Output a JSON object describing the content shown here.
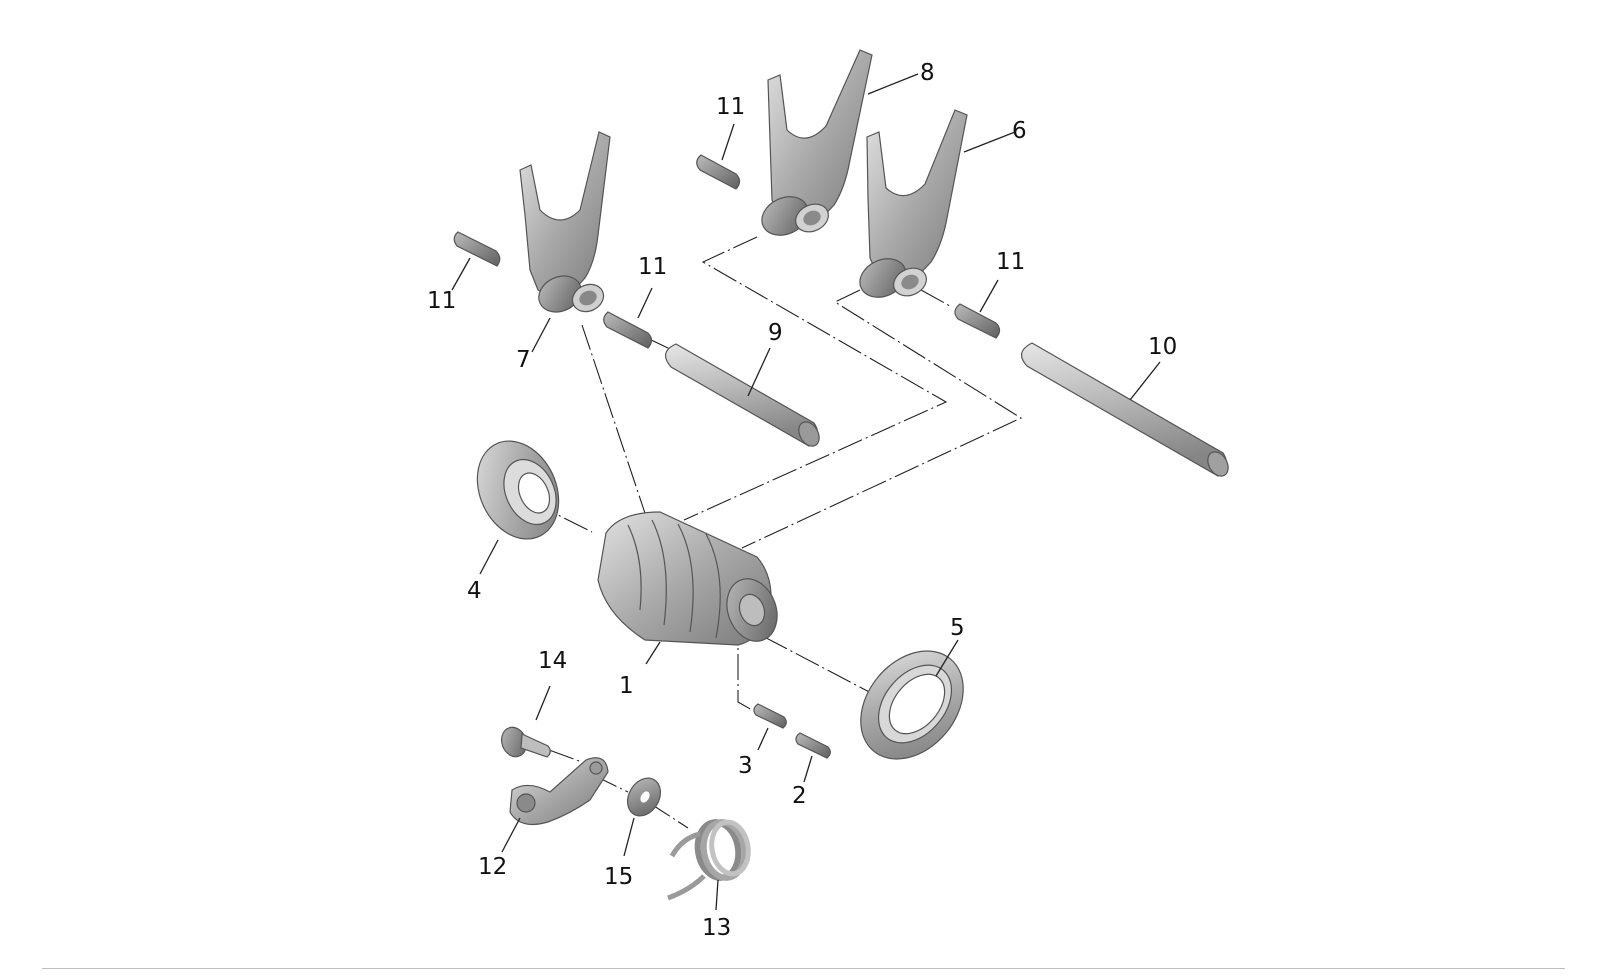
{
  "callouts": {
    "c1": "1",
    "c2": "2",
    "c3": "3",
    "c4": "4",
    "c5": "5",
    "c6": "6",
    "c7": "7",
    "c8": "8",
    "c9": "9",
    "c10": "10",
    "c11a": "11",
    "c11b": "11",
    "c11c": "11",
    "c11d": "11",
    "c12": "12",
    "c13": "13",
    "c14": "14",
    "c15": "15"
  },
  "colors": {
    "part_light": "#c9c9c9",
    "part_mid": "#a6a6a6",
    "part_dark": "#6e6e6e",
    "line": "#222222",
    "background": "#ffffff"
  }
}
